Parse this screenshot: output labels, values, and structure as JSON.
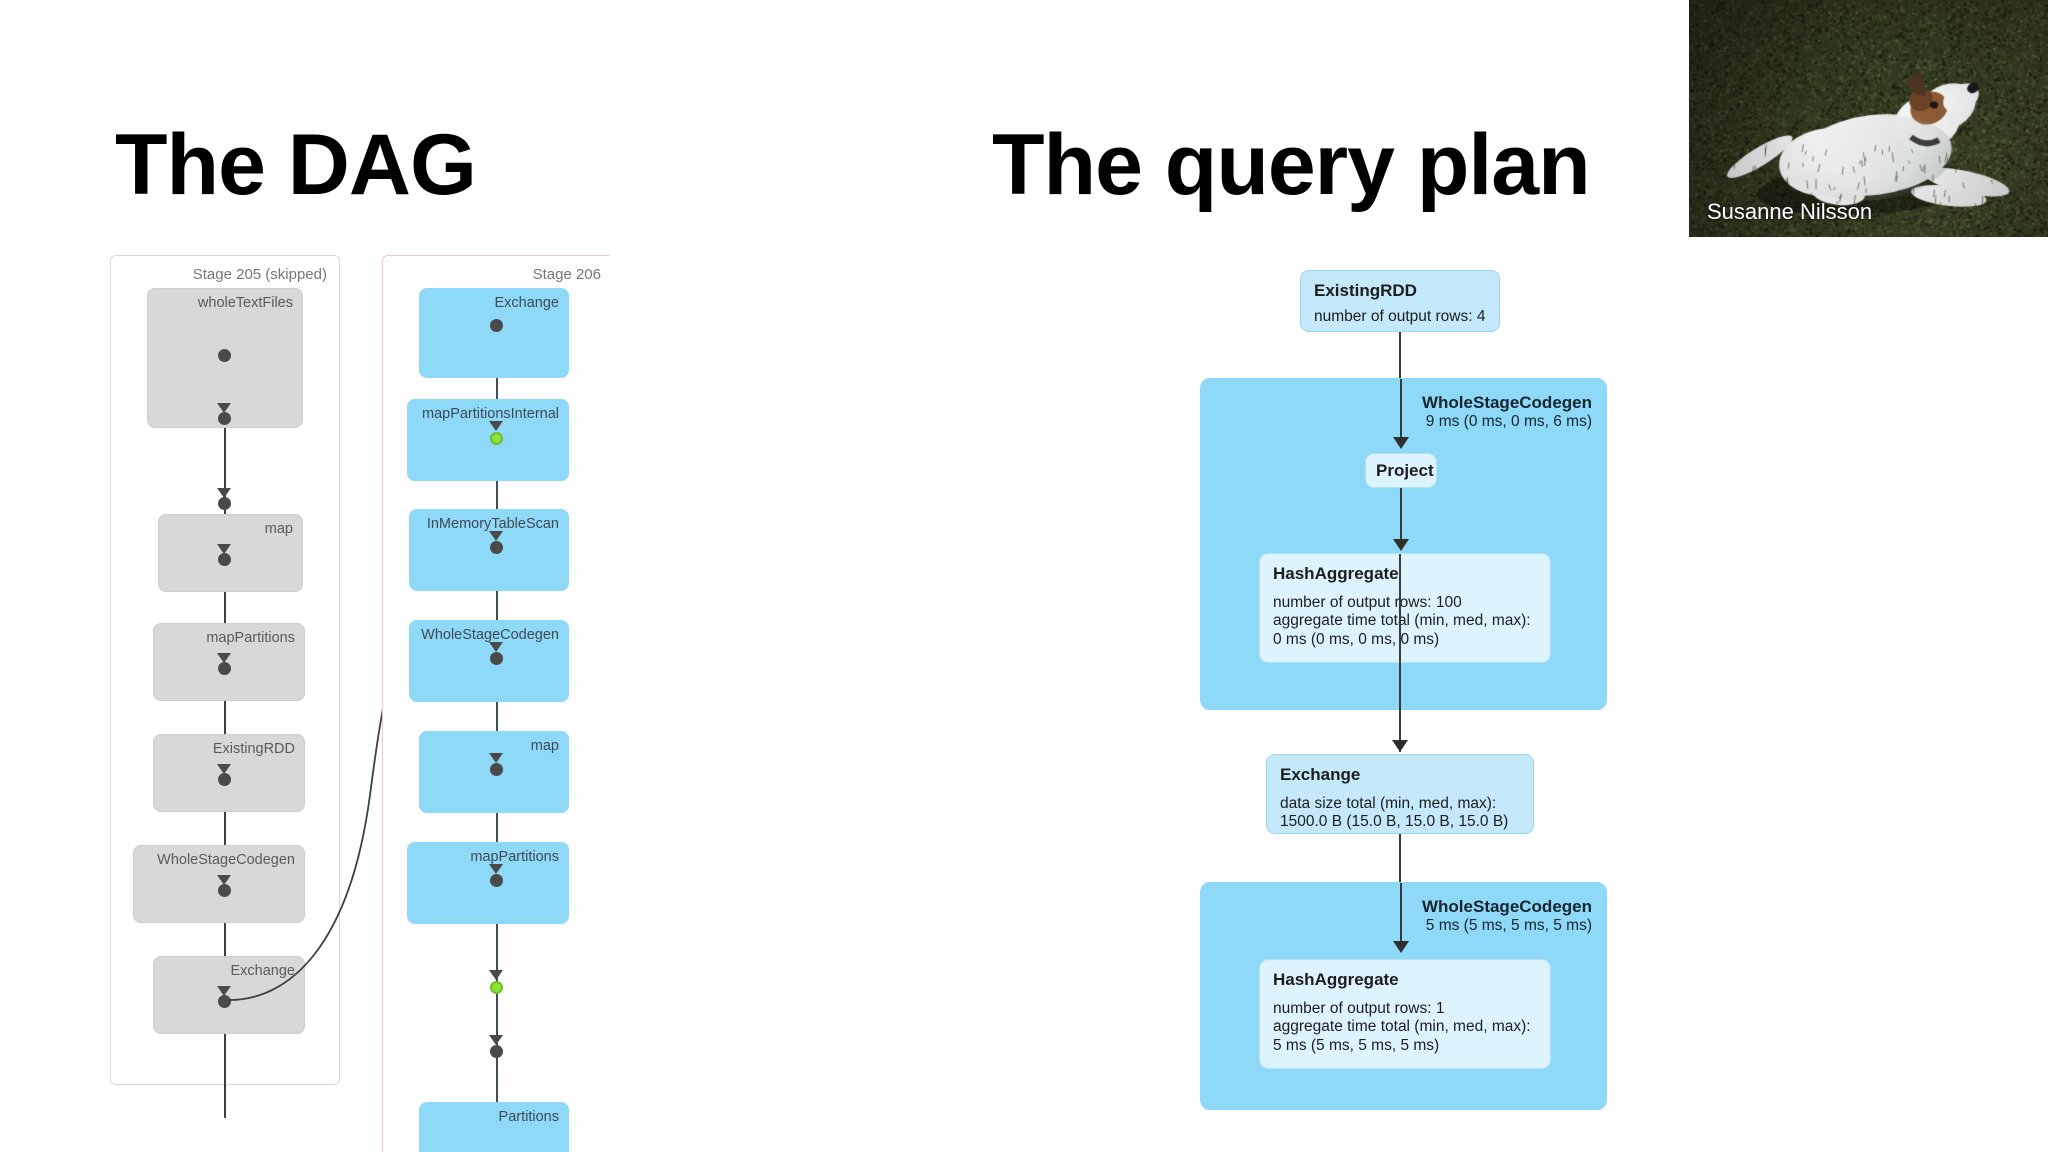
{
  "slide": {
    "titles": {
      "dag": "The DAG",
      "query_plan": "The query plan"
    }
  },
  "dag": {
    "stages": [
      {
        "label": "Stage 205 (skipped)",
        "state": "skipped",
        "nodes": [
          {
            "label": "wholeTextFiles"
          },
          {
            "label": "map"
          },
          {
            "label": "mapPartitions"
          },
          {
            "label": "ExistingRDD"
          },
          {
            "label": "WholeStageCodegen"
          },
          {
            "label": "Exchange"
          }
        ]
      },
      {
        "label": "Stage 206",
        "state": "active",
        "nodes": [
          {
            "label": "Exchange"
          },
          {
            "label": "mapPartitionsInternal"
          },
          {
            "label": "InMemoryTableScan"
          },
          {
            "label": "WholeStageCodegen"
          },
          {
            "label": "map"
          },
          {
            "label": "mapPartitions"
          },
          {
            "label": "Partitions"
          }
        ]
      }
    ],
    "colors": {
      "skipped_fill": "#d8d8d8",
      "active_fill": "#8ed8f8",
      "active_border": "#f3c5cc",
      "cached_dot": "#8ce23a",
      "edge": "#4a4a4a"
    }
  },
  "query_plan": {
    "nodes": [
      {
        "id": "existing-rdd",
        "title": "ExistingRDD",
        "metrics": "number of output rows: 4"
      },
      {
        "id": "wholestagecodegen-1",
        "title": "WholeStageCodegen",
        "time": "9 ms (0 ms, 0 ms, 6 ms)"
      },
      {
        "id": "project",
        "title": "Project",
        "metrics": ""
      },
      {
        "id": "hashaggregate-1",
        "title": "HashAggregate",
        "metrics": "number of output rows: 100\naggregate time total (min, med, max):\n0 ms (0 ms, 0 ms, 0 ms)"
      },
      {
        "id": "exchange",
        "title": "Exchange",
        "metrics": "data size total (min, med, max):\n1500.0 B (15.0 B, 15.0 B, 15.0 B)"
      },
      {
        "id": "wholestagecodegen-2",
        "title": "WholeStageCodegen",
        "time": "5 ms (5 ms, 5 ms, 5 ms)"
      },
      {
        "id": "hashaggregate-2",
        "title": "HashAggregate",
        "metrics": "number of output rows: 1\naggregate time total (min, med, max):\n5 ms (5 ms, 5 ms, 5 ms)"
      }
    ],
    "colors": {
      "node_fill": "#c3e9fb",
      "group_fill": "#8ed8f8",
      "edge": "#3b3b3b"
    }
  },
  "photo": {
    "credit": "Susanne Nilsson",
    "alt": "jack-russell-terrier-lying-on-grass"
  }
}
